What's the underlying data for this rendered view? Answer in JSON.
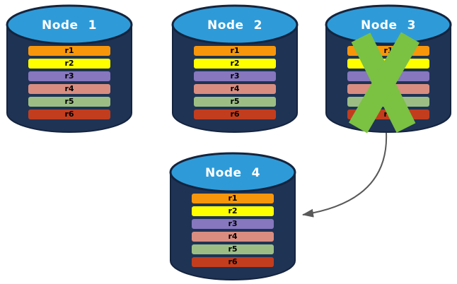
{
  "canvas": {
    "background": "#FFFFFF"
  },
  "nodes": [
    {
      "label": "Node 1",
      "failed": false
    },
    {
      "label": "Node 2",
      "failed": false
    },
    {
      "label": "Node 3",
      "failed": true
    },
    {
      "label": "Node 4",
      "failed": false
    }
  ],
  "rows": [
    {
      "label": "r1",
      "color": "#F7960B"
    },
    {
      "label": "r2",
      "color": "#FFFF00"
    },
    {
      "label": "r3",
      "color": "#8677BE"
    },
    {
      "label": "r4",
      "color": "#D98D80"
    },
    {
      "label": "r5",
      "color": "#9CBE84"
    },
    {
      "label": "r6",
      "color": "#C23D1E"
    }
  ],
  "colors": {
    "cylinder_body": "#1F3355",
    "cylinder_outline": "#14243E",
    "cylinder_top": "#2E9BD8",
    "node_title_text": "#FFFFFF",
    "row_label_text": "#000000",
    "failure_cross": "#7BC142",
    "arrow": "#595959"
  }
}
